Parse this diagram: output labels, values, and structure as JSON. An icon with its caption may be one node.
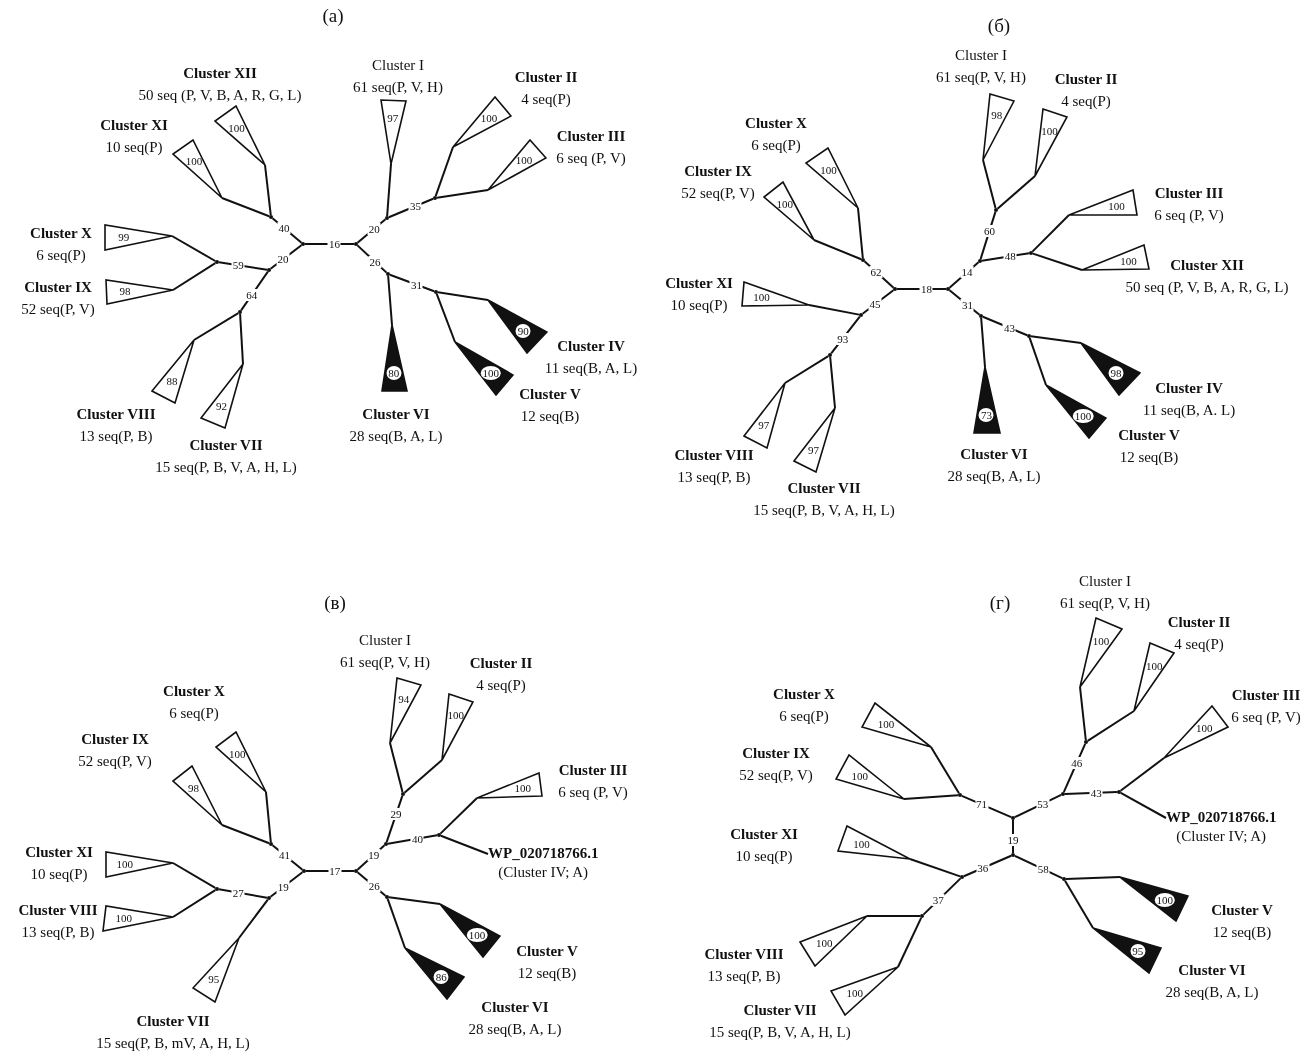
{
  "diagram": {
    "nodes": [
      {
        "text": [],
        "shape": "point"
      },
      {
        "text": [],
        "shape": "point"
      },
      {
        "text": [],
        "shape": "point"
      },
      {
        "text": [
          "100"
        ],
        "beside": [
          "Cluster XII",
          "50 seq (P, V, B, A, R, G, L)"
        ]
      },
      {
        "text": [
          "100"
        ],
        "beside": [
          "Cluster XI",
          "10 seq(P)"
        ]
      },
      {
        "text": [],
        "shape": "point"
      },
      {
        "text": [],
        "shape": "point"
      },
      {
        "text": [
          "99"
        ],
        "beside": [
          "Cluster X",
          "6 seq(P)"
        ]
      },
      {
        "text": [
          "98"
        ],
        "beside": [
          "Cluster IX",
          "52 seq(P, V)"
        ]
      },
      {
        "text": [],
        "shape": "point"
      },
      {
        "text": [
          "88"
        ],
        "beside": [
          "Cluster VIII",
          "13 seq(P, B)"
        ]
      },
      {
        "text": [
          "92"
        ],
        "beside": [
          "Cluster VII",
          "15 seq(P, B, V, A, H, L)"
        ]
      },
      {
        "text": [],
        "shape": "point"
      },
      {
        "text": [
          "97"
        ],
        "beside": [
          "Cluster I",
          "61 seq(P, V, H)"
        ]
      },
      {
        "text": [],
        "shape": "point"
      },
      {
        "text": [
          "100"
        ],
        "beside": [
          "Cluster II",
          "4 seq(P)"
        ]
      },
      {
        "text": [
          "100"
        ],
        "beside": [
          "Cluster III",
          "6 seq (P, V)"
        ]
      },
      {
        "text": [],
        "shape": "point"
      },
      {
        "text": [
          "80"
        ],
        "beside": [
          "Cluster VI",
          "28 seq(B, A, L)"
        ]
      },
      {
        "text": [],
        "shape": "point"
      },
      {
        "text": [
          "90"
        ],
        "beside": [
          "Cluster IV",
          "11 seq(B, A, L)"
        ]
      },
      {
        "text": [
          "100"
        ],
        "beside": [
          "Cluster V",
          "12 seq(B)"
        ]
      },
      {
        "text": [],
        "shape": "point"
      },
      {
        "text": [],
        "shape": "point"
      },
      {
        "text": [],
        "shape": "point"
      },
      {
        "text": [
          "100"
        ],
        "beside": [
          "Cluster X",
          "6 seq(P)"
        ]
      },
      {
        "text": [
          "100"
        ],
        "beside": [
          "Cluster IX",
          "52 seq(P, V)"
        ]
      },
      {
        "text": [],
        "shape": "point"
      },
      {
        "text": [
          "100"
        ],
        "beside": [
          "Cluster XI",
          "10 seq(P)"
        ]
      },
      {
        "text": [],
        "shape": "point"
      },
      {
        "text": [
          "97"
        ],
        "beside": [
          "Cluster VIII",
          "13 seq(P, B)"
        ]
      },
      {
        "text": [
          "97"
        ],
        "beside": [
          "Cluster VII",
          "15 seq(P, B, V, A, H, L)"
        ]
      },
      {
        "text": [],
        "shape": "point"
      },
      {
        "text": [],
        "shape": "point"
      },
      {
        "text": [
          "98"
        ],
        "beside": [
          "Cluster I",
          "61 seq(P, V, H)"
        ]
      },
      {
        "text": [
          "100"
        ],
        "beside": [
          "Cluster II",
          "4 seq(P)"
        ]
      },
      {
        "text": [],
        "shape": "point"
      },
      {
        "text": [
          "100"
        ],
        "beside": [
          "Cluster III",
          "6 seq (P, V)"
        ]
      },
      {
        "text": [
          "100"
        ],
        "beside": [
          "Cluster XII",
          "50 seq (P, V, B, A, R, G, L)"
        ]
      },
      {
        "text": [],
        "shape": "point"
      },
      {
        "text": [
          "73"
        ],
        "beside": [
          "Cluster VI",
          "28 seq(B, A, L)"
        ]
      },
      {
        "text": [],
        "shape": "point"
      },
      {
        "text": [
          "98"
        ],
        "beside": [
          "Cluster IV",
          "11 seq(B, A. L)"
        ]
      },
      {
        "text": [
          "100"
        ],
        "beside": [
          "Cluster V",
          "12 seq(B)"
        ]
      },
      {
        "text": [],
        "shape": "point"
      },
      {
        "text": [],
        "shape": "point"
      },
      {
        "text": [],
        "shape": "point"
      },
      {
        "text": [
          "100"
        ],
        "beside": [
          "Cluster X",
          "6 seq(P)"
        ]
      },
      {
        "text": [
          "98"
        ],
        "beside": [
          "Cluster IX",
          "52 seq(P, V)"
        ]
      },
      {
        "text": [],
        "shape": "point"
      },
      {
        "text": [],
        "shape": "point"
      },
      {
        "text": [
          "100"
        ],
        "beside": [
          "Cluster XI",
          "10 seq(P)"
        ]
      },
      {
        "text": [
          "100"
        ],
        "beside": [
          "Cluster VIII",
          "13 seq(P, B)"
        ]
      },
      {
        "text": [
          "95"
        ],
        "beside": [
          "Cluster VII",
          "15 seq(P, B, mV, A, H, L)"
        ]
      },
      {
        "text": [],
        "shape": "point"
      },
      {
        "text": [],
        "shape": "point"
      },
      {
        "text": [
          "94"
        ],
        "beside": [
          "Cluster I",
          "61 seq(P, V, H)"
        ]
      },
      {
        "text": [
          "100"
        ],
        "beside": [
          "Cluster II",
          "4 seq(P)"
        ]
      },
      {
        "text": [],
        "shape": "point"
      },
      {
        "text": [
          "100"
        ],
        "beside": [
          "Cluster III",
          "6 seq (P, V)"
        ]
      },
      {
        "text": [
          "WP_020718766.1",
          "(Cluster IV; A)"
        ]
      },
      {
        "text": [],
        "shape": "point"
      },
      {
        "text": [
          "100"
        ],
        "beside": [
          "Cluster V",
          "12 seq(B)"
        ]
      },
      {
        "text": [
          "86"
        ],
        "beside": [
          "Cluster VI",
          "28 seq(B, A, L)"
        ]
      },
      {
        "text": [],
        "shape": "point"
      },
      {
        "text": [],
        "shape": "point"
      },
      {
        "text": [],
        "shape": "point"
      },
      {
        "text": [
          "100"
        ],
        "beside": [
          "Cluster X",
          "6 seq(P)"
        ]
      },
      {
        "text": [
          "100"
        ],
        "beside": [
          "Cluster IX",
          "52 seq(P, V)"
        ]
      },
      {
        "text": [],
        "shape": "point"
      },
      {
        "text": [],
        "shape": "point"
      },
      {
        "text": [
          "100"
        ],
        "beside": [
          "Cluster I",
          "61 seq(P, V, H)"
        ]
      },
      {
        "text": [
          "100"
        ],
        "beside": [
          "Cluster II",
          "4 seq(P)"
        ]
      },
      {
        "text": [],
        "shape": "point"
      },
      {
        "text": [
          "100"
        ],
        "beside": [
          "Cluster III",
          "6 seq (P, V)"
        ]
      },
      {
        "text": [
          "WP_020718766.1",
          "(Cluster IV; A)"
        ]
      },
      {
        "text": [],
        "shape": "point"
      },
      {
        "text": [
          "100"
        ],
        "beside": [
          "Cluster XI",
          "10 seq(P)"
        ]
      },
      {
        "text": [],
        "shape": "point"
      },
      {
        "text": [
          "100"
        ],
        "beside": [
          "Cluster VIII",
          "13 seq(P, B)"
        ]
      },
      {
        "text": [
          "100"
        ],
        "beside": [
          "Cluster VII",
          "15 seq(P, B, V, A, H, L)"
        ]
      },
      {
        "text": [],
        "shape": "point"
      },
      {
        "text": [
          "100"
        ],
        "beside": [
          "Cluster V",
          "12 seq(B)"
        ]
      },
      {
        "text": [
          "95"
        ],
        "beside": [
          "Cluster VI",
          "28 seq(B, A, L)"
        ]
      }
    ],
    "edges": [
      {
        "from": 0,
        "to": 1,
        "arrow": "none",
        "label": "16"
      },
      {
        "from": 0,
        "to": 2,
        "arrow": "none",
        "label": "40"
      },
      {
        "from": 2,
        "to": 3,
        "arrow": "none"
      },
      {
        "from": 2,
        "to": 4,
        "arrow": "none"
      },
      {
        "from": 0,
        "to": 5,
        "arrow": "none",
        "label": "20"
      },
      {
        "from": 5,
        "to": 6,
        "arrow": "none",
        "label": "59"
      },
      {
        "from": 6,
        "to": 7,
        "arrow": "none"
      },
      {
        "from": 6,
        "to": 8,
        "arrow": "none"
      },
      {
        "from": 5,
        "to": 9,
        "arrow": "none",
        "label": "64"
      },
      {
        "from": 9,
        "to": 10,
        "arrow": "none"
      },
      {
        "from": 9,
        "to": 11,
        "arrow": "none"
      },
      {
        "from": 1,
        "to": 12,
        "arrow": "none",
        "label": "20"
      },
      {
        "from": 12,
        "to": 13,
        "arrow": "none"
      },
      {
        "from": 12,
        "to": 14,
        "arrow": "none",
        "label": "35"
      },
      {
        "from": 14,
        "to": 15,
        "arrow": "none"
      },
      {
        "from": 14,
        "to": 16,
        "arrow": "none"
      },
      {
        "from": 1,
        "to": 17,
        "arrow": "none",
        "label": "26"
      },
      {
        "from": 17,
        "to": 18,
        "arrow": "none"
      },
      {
        "from": 17,
        "to": 19,
        "arrow": "none",
        "label": "31"
      },
      {
        "from": 19,
        "to": 20,
        "arrow": "none"
      },
      {
        "from": 19,
        "to": 21,
        "arrow": "none"
      },
      {
        "from": 22,
        "to": 23,
        "arrow": "none",
        "label": "18"
      },
      {
        "from": 22,
        "to": 24,
        "arrow": "none",
        "label": "62"
      },
      {
        "from": 24,
        "to": 25,
        "arrow": "none"
      },
      {
        "from": 24,
        "to": 26,
        "arrow": "none"
      },
      {
        "from": 22,
        "to": 27,
        "arrow": "none",
        "label": "45"
      },
      {
        "from": 27,
        "to": 28,
        "arrow": "none"
      },
      {
        "from": 27,
        "to": 29,
        "arrow": "none",
        "label": "93"
      },
      {
        "from": 29,
        "to": 30,
        "arrow": "none"
      },
      {
        "from": 29,
        "to": 31,
        "arrow": "none"
      },
      {
        "from": 23,
        "to": 32,
        "arrow": "none",
        "label": "14"
      },
      {
        "from": 32,
        "to": 33,
        "arrow": "none",
        "label": "60"
      },
      {
        "from": 33,
        "to": 34,
        "arrow": "none"
      },
      {
        "from": 33,
        "to": 35,
        "arrow": "none"
      },
      {
        "from": 32,
        "to": 36,
        "arrow": "none",
        "label": "48"
      },
      {
        "from": 36,
        "to": 37,
        "arrow": "none"
      },
      {
        "from": 36,
        "to": 38,
        "arrow": "none"
      },
      {
        "from": 23,
        "to": 39,
        "arrow": "none",
        "label": "31"
      },
      {
        "from": 39,
        "to": 40,
        "arrow": "none"
      },
      {
        "from": 39,
        "to": 41,
        "arrow": "none",
        "label": "43"
      },
      {
        "from": 41,
        "to": 42,
        "arrow": "none"
      },
      {
        "from": 41,
        "to": 43,
        "arrow": "none"
      },
      {
        "from": 44,
        "to": 45,
        "arrow": "none",
        "label": "17"
      },
      {
        "from": 44,
        "to": 46,
        "arrow": "none",
        "label": "41"
      },
      {
        "from": 46,
        "to": 47,
        "arrow": "none"
      },
      {
        "from": 46,
        "to": 48,
        "arrow": "none"
      },
      {
        "from": 44,
        "to": 49,
        "arrow": "none",
        "label": "19"
      },
      {
        "from": 49,
        "to": 50,
        "arrow": "none",
        "label": "27"
      },
      {
        "from": 50,
        "to": 51,
        "arrow": "none"
      },
      {
        "from": 50,
        "to": 52,
        "arrow": "none"
      },
      {
        "from": 49,
        "to": 53,
        "arrow": "none"
      },
      {
        "from": 45,
        "to": 54,
        "arrow": "none",
        "label": "19"
      },
      {
        "from": 54,
        "to": 55,
        "arrow": "none",
        "label": "29"
      },
      {
        "from": 55,
        "to": 56,
        "arrow": "none"
      },
      {
        "from": 55,
        "to": 57,
        "arrow": "none"
      },
      {
        "from": 54,
        "to": 58,
        "arrow": "none",
        "label": "40"
      },
      {
        "from": 58,
        "to": 59,
        "arrow": "none"
      },
      {
        "from": 58,
        "to": 60,
        "arrow": "none"
      },
      {
        "from": 45,
        "to": 61,
        "arrow": "none",
        "label": "26"
      },
      {
        "from": 61,
        "to": 62,
        "arrow": "none"
      },
      {
        "from": 61,
        "to": 63,
        "arrow": "none"
      },
      {
        "from": 64,
        "to": 65,
        "arrow": "none",
        "label": "19"
      },
      {
        "from": 64,
        "to": 66,
        "arrow": "none",
        "label": "71"
      },
      {
        "from": 66,
        "to": 67,
        "arrow": "none"
      },
      {
        "from": 66,
        "to": 68,
        "arrow": "none"
      },
      {
        "from": 64,
        "to": 69,
        "arrow": "none",
        "label": "53"
      },
      {
        "from": 69,
        "to": 70,
        "arrow": "none",
        "label": "46"
      },
      {
        "from": 70,
        "to": 71,
        "arrow": "none"
      },
      {
        "from": 70,
        "to": 72,
        "arrow": "none"
      },
      {
        "from": 69,
        "to": 73,
        "arrow": "none",
        "label": "43"
      },
      {
        "from": 73,
        "to": 74,
        "arrow": "none"
      },
      {
        "from": 73,
        "to": 75,
        "arrow": "none"
      },
      {
        "from": 65,
        "to": 76,
        "arrow": "none",
        "label": "36"
      },
      {
        "from": 76,
        "to": 77,
        "arrow": "none"
      },
      {
        "from": 76,
        "to": 78,
        "arrow": "none",
        "label": "37"
      },
      {
        "from": 78,
        "to": 79,
        "arrow": "none"
      },
      {
        "from": 78,
        "to": 80,
        "arrow": "none"
      },
      {
        "from": 65,
        "to": 81,
        "arrow": "none",
        "label": "58"
      },
      {
        "from": 81,
        "to": 82,
        "arrow": "none"
      },
      {
        "from": 81,
        "to": 83,
        "arrow": "none"
      }
    ],
    "labels": [
      "(а)",
      "(б)",
      "(в)",
      "(г)"
    ]
  }
}
